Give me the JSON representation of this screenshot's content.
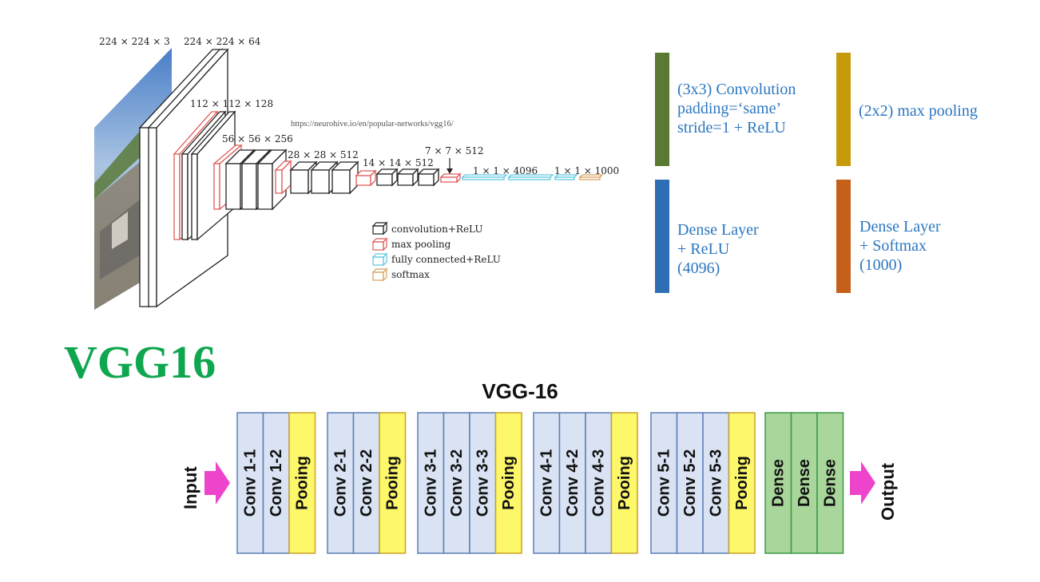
{
  "top": {
    "image_label": "224 × 224 × 3",
    "dims": {
      "d224x64": "224 × 224 × 64",
      "d112": "112 × 112 × 128",
      "d56": "56 × 56 × 256",
      "d28": "28 × 28 × 512",
      "d14": "14 × 14 × 512",
      "d7": "7 × 7 × 512",
      "fc4096": "1 × 1 × 4096",
      "fc1000": "1 × 1 × 1000"
    },
    "source_url": "https://neurohive.io/en/popular-networks/vgg16/",
    "legend": [
      {
        "label": "convolution+ReLU",
        "color": "#222222"
      },
      {
        "label": "max pooling",
        "color": "#e05a5a"
      },
      {
        "label": "fully connected+ReLU",
        "color": "#5cc8e0"
      },
      {
        "label": "softmax",
        "color": "#d9a05a"
      }
    ]
  },
  "key": {
    "conv": {
      "line1": "(3x3) Convolution",
      "line2": "padding=‘same’",
      "line3": "stride=1 + ReLU",
      "color": "#5a7a34"
    },
    "pool": {
      "line1": "(2x2) max pooling",
      "color": "#c79a0a"
    },
    "dense_relu": {
      "line1": "Dense Layer",
      "line2": "+ ReLU",
      "line3": "(4096)",
      "color": "#2e6fb3"
    },
    "dense_softmax": {
      "line1": "Dense Layer",
      "line2": "+ Softmax",
      "line3": "(1000)",
      "color": "#c4601a"
    }
  },
  "title": "VGG16",
  "diagram": {
    "heading": "VGG-16",
    "input": "Input",
    "output": "Output",
    "blocks": [
      {
        "layers": [
          "Conv 1-1",
          "Conv 1-2",
          "Pooing"
        ]
      },
      {
        "layers": [
          "Conv 2-1",
          "Conv 2-2",
          "Pooing"
        ]
      },
      {
        "layers": [
          "Conv 3-1",
          "Conv 3-2",
          "Conv 3-3",
          "Pooing"
        ]
      },
      {
        "layers": [
          "Conv 4-1",
          "Conv 4-2",
          "Conv 4-3",
          "Pooing"
        ]
      },
      {
        "layers": [
          "Conv 5-1",
          "Conv 5-2",
          "Conv 5-3",
          "Pooing"
        ]
      },
      {
        "layers": [
          "Dense",
          "Dense",
          "Dense"
        ]
      }
    ],
    "colors": {
      "conv": "#d9e3f3",
      "conv_border": "#5b7fb8",
      "pool": "#fdf76a",
      "pool_border": "#c9a12a",
      "dense": "#a9d69a",
      "dense_border": "#3a9a4a",
      "arrow": "#ee44cc"
    }
  }
}
